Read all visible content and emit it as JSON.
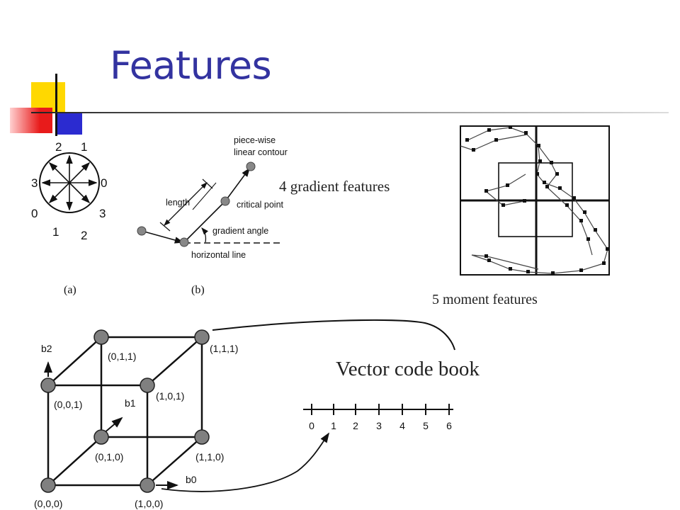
{
  "slide": {
    "title": "Features",
    "captions": {
      "gradient": "4 gradient features",
      "moment": "5 moment features",
      "codebook": "Vector code book"
    },
    "colors": {
      "title": "#3333a0",
      "accent_yellow": "#ffd800",
      "accent_blue": "#2b2bd0",
      "accent_red": "#e81b1b"
    }
  },
  "fig_a": {
    "caption": "(a)",
    "labels": [
      "2",
      "1",
      "3",
      "0",
      "0",
      "3",
      "1",
      "2"
    ]
  },
  "fig_b": {
    "caption": "(b)",
    "piecewise_1": "piece-wise",
    "piecewise_2": "linear contour",
    "length": "length",
    "critical": "critical point",
    "gradient_angle": "gradient angle",
    "horizontal": "horizontal line"
  },
  "cube": {
    "axes": {
      "b0": "b0",
      "b1": "b1",
      "b2": "b2"
    },
    "vertices": [
      "(0,0,0)",
      "(1,0,0)",
      "(0,1,0)",
      "(1,1,0)",
      "(0,0,1)",
      "(1,0,1)",
      "(0,1,1)",
      "(1,1,1)"
    ]
  },
  "codebook_ticks": [
    "0",
    "1",
    "2",
    "3",
    "4",
    "5",
    "6"
  ]
}
